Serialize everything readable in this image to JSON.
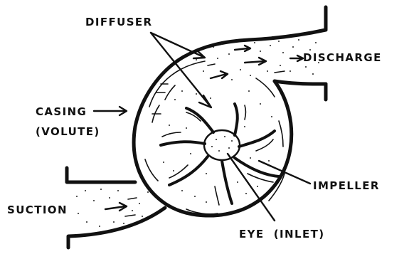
{
  "labels": {
    "diffuser": "DIFFUSER",
    "discharge": "DISCHARGE",
    "casing": "CASING",
    "volute": "(VOLUTE)",
    "suction": "SUCTION",
    "eye_inlet": "EYE  (INLET)",
    "impeller": "IMPELLER"
  },
  "colors": {
    "ink": "#111111",
    "background": "#ffffff"
  }
}
